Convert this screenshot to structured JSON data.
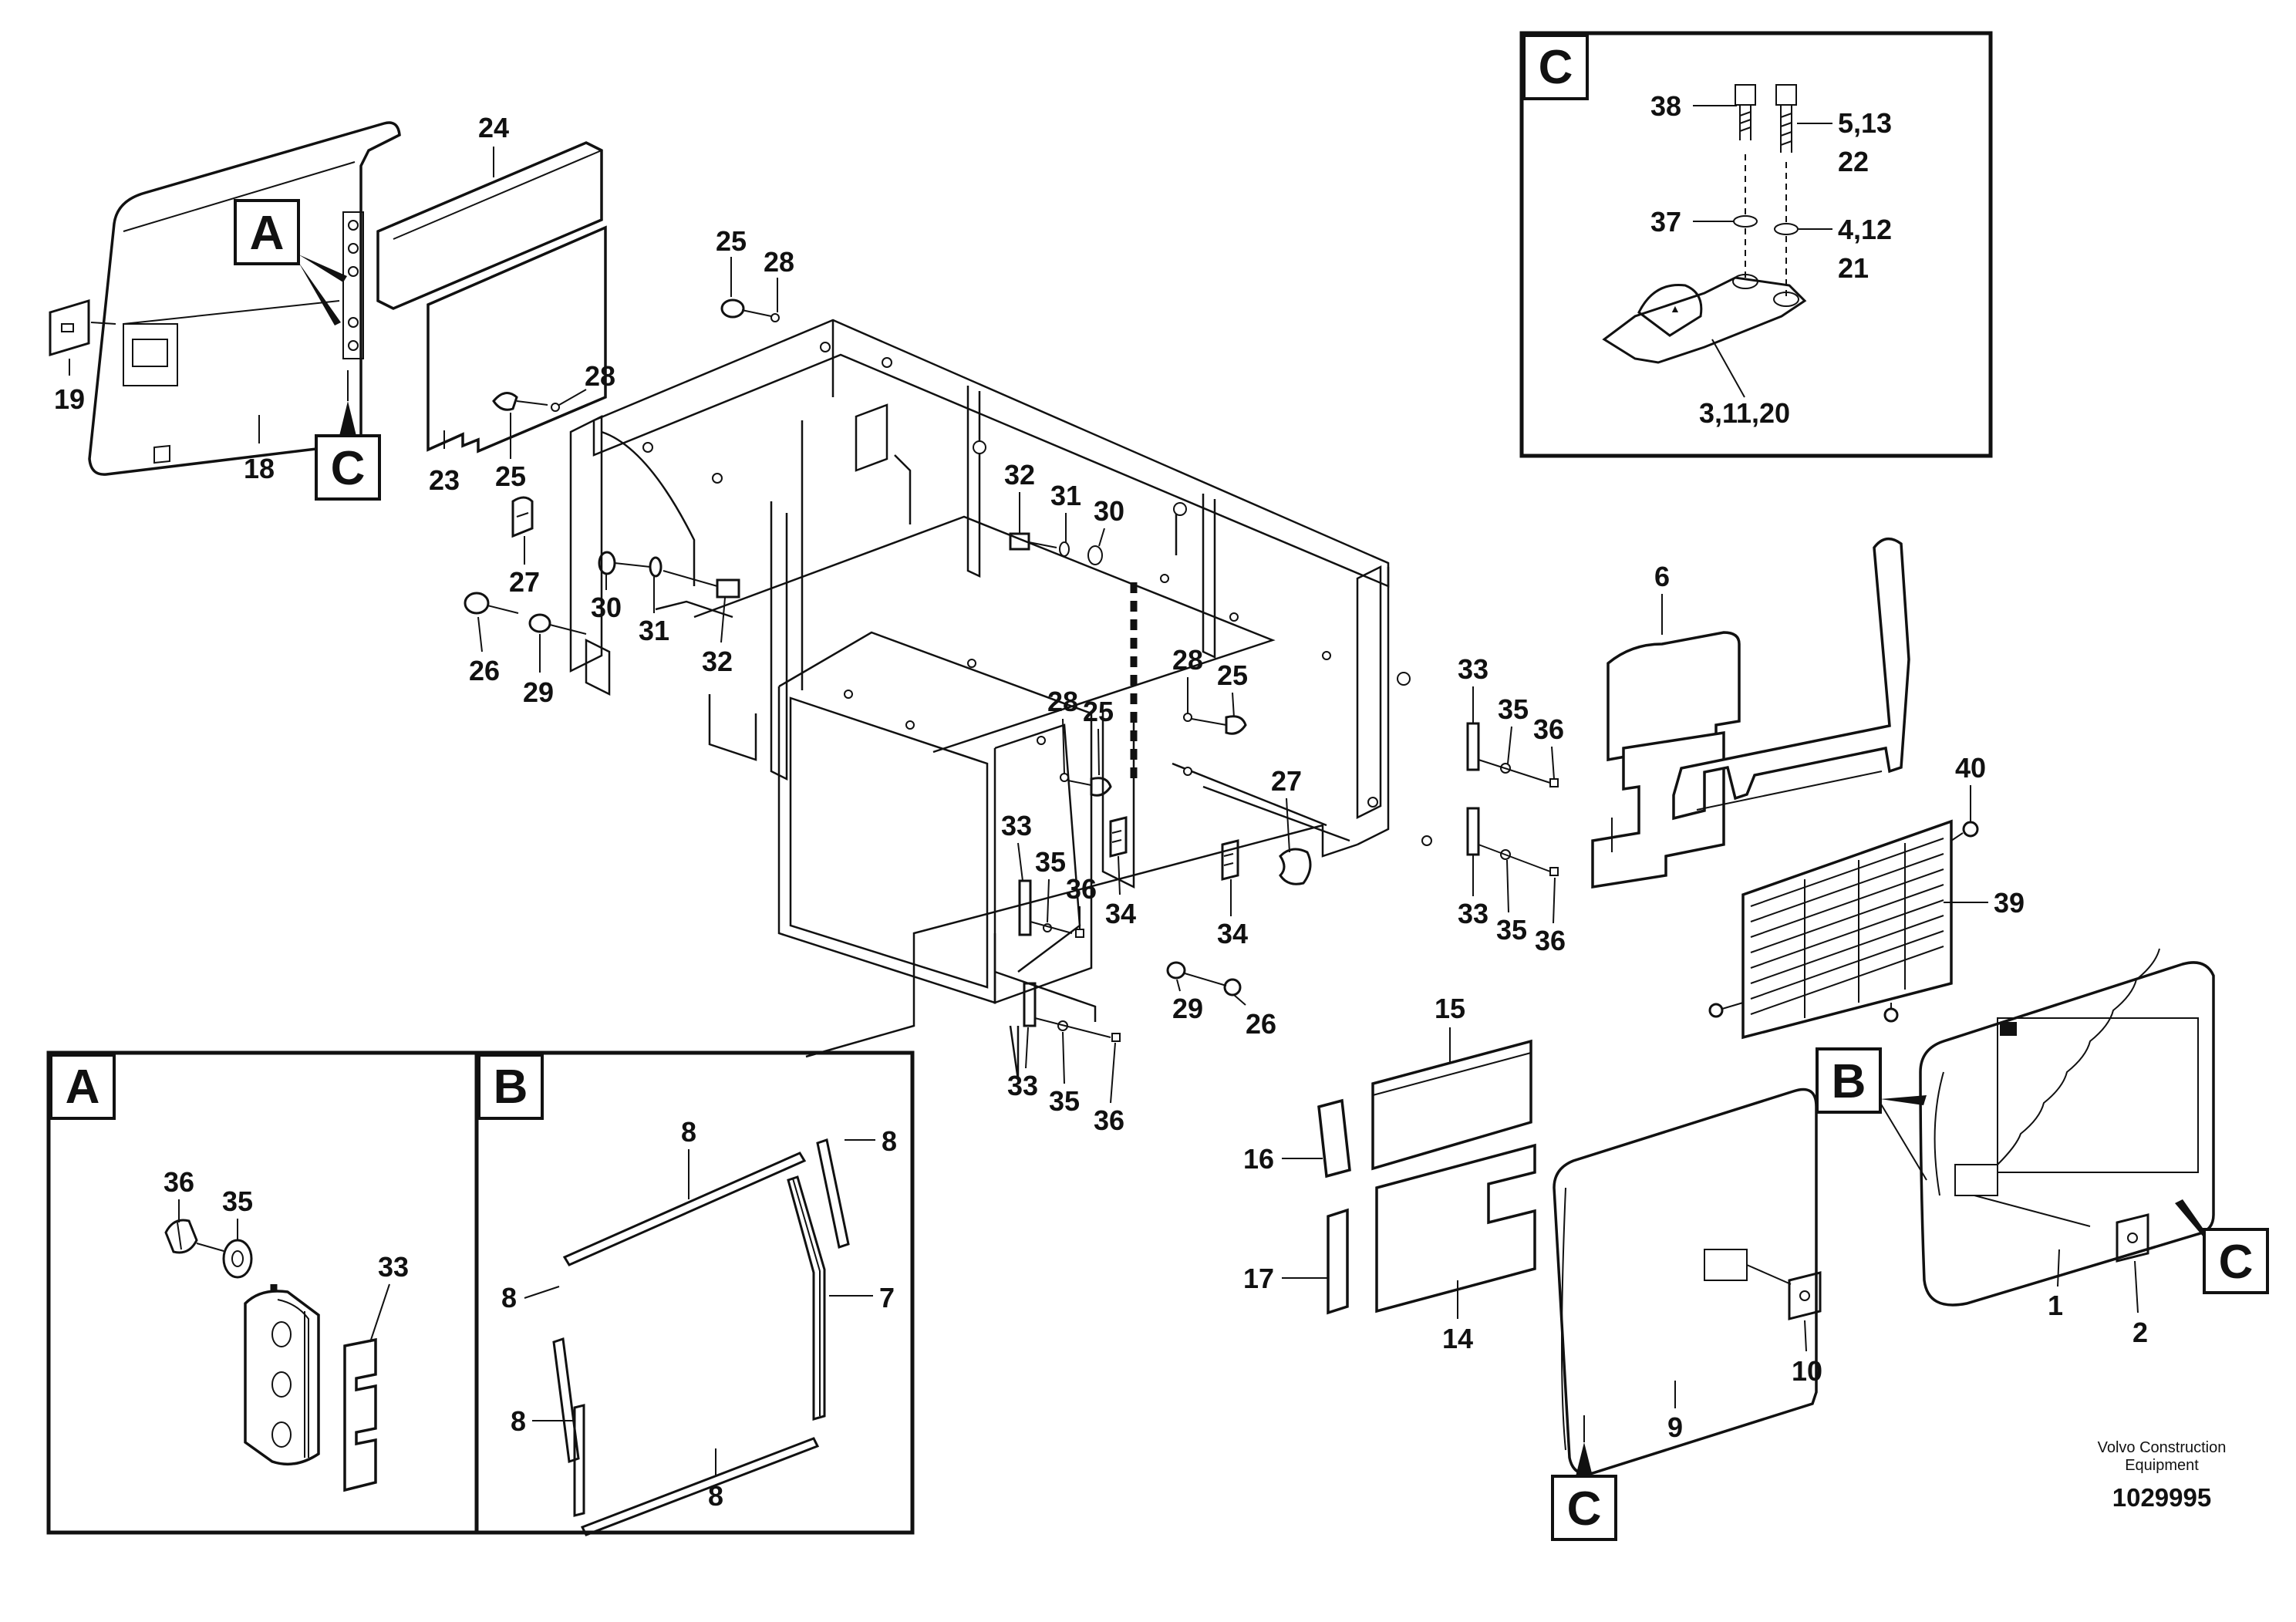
{
  "figure": {
    "manufacturer": "Volvo Construction\nEquipment",
    "manufacturer_line1": "Volvo Construction",
    "manufacturer_line2": "Equipment",
    "figure_number": "1029995"
  },
  "detail_tags": {
    "a": "A",
    "b": "B",
    "c": "C"
  },
  "callouts": {
    "c1": "1",
    "c2": "2",
    "c6": "6",
    "c7": "7",
    "c8": "8",
    "c9": "9",
    "c10": "10",
    "c14": "14",
    "c15": "15",
    "c16": "16",
    "c17": "17",
    "c18": "18",
    "c19": "19",
    "c23": "23",
    "c24": "24",
    "c25": "25",
    "c26": "26",
    "c27": "27",
    "c28": "28",
    "c29": "29",
    "c30": "30",
    "c31": "31",
    "c32": "32",
    "c33": "33",
    "c34": "34",
    "c35": "35",
    "c36": "36",
    "c37": "37",
    "c38": "38",
    "c39": "39",
    "c40": "40",
    "c5_13": "5,13",
    "c22": "22",
    "c4_12": "4,12",
    "c21": "21",
    "c3_11_20": "3,11,20"
  },
  "colors": {
    "ink": "#111111",
    "paper": "#ffffff"
  }
}
